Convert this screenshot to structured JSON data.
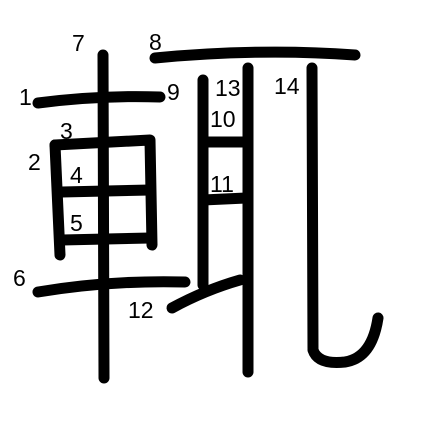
{
  "character": "輒",
  "stroke_numbers": [
    "1",
    "2",
    "3",
    "4",
    "5",
    "6",
    "7",
    "8",
    "9",
    "10",
    "11",
    "12",
    "13",
    "14"
  ],
  "colors": {
    "stroke": "#000000",
    "background": "#ffffff"
  }
}
